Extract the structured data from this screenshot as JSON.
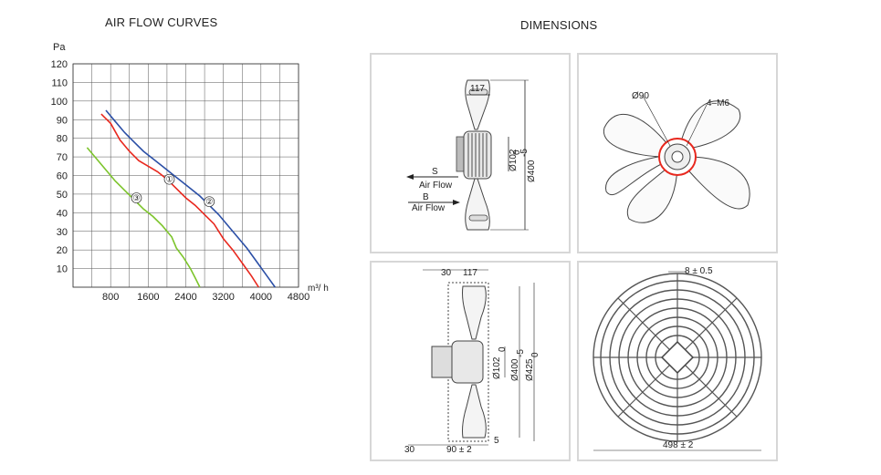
{
  "left_title": "AIR FLOW CURVES",
  "right_title": "DIMENSIONS",
  "chart_data": {
    "type": "line",
    "ylabel": "Pa",
    "xlabel": "m³/ h",
    "xlim": [
      0,
      4800
    ],
    "ylim": [
      0,
      120
    ],
    "x_ticks": [
      800,
      1600,
      2400,
      3200,
      4000,
      4800
    ],
    "y_ticks": [
      10,
      20,
      30,
      40,
      50,
      60,
      70,
      80,
      90,
      100,
      110,
      120
    ],
    "grid": true,
    "series": [
      {
        "name": "①",
        "color": "#e8281e",
        "points": [
          [
            600,
            93
          ],
          [
            800,
            88
          ],
          [
            1000,
            79
          ],
          [
            1200,
            73
          ],
          [
            1400,
            68
          ],
          [
            1600,
            65
          ],
          [
            1800,
            62
          ],
          [
            2000,
            58
          ],
          [
            2200,
            53
          ],
          [
            2400,
            48
          ],
          [
            2600,
            44
          ],
          [
            2800,
            39
          ],
          [
            3000,
            34
          ],
          [
            3200,
            26
          ],
          [
            3400,
            20
          ],
          [
            3600,
            13
          ],
          [
            3800,
            6
          ],
          [
            3950,
            0
          ]
        ]
      },
      {
        "name": "②",
        "color": "#2b4fa6",
        "points": [
          [
            700,
            95
          ],
          [
            900,
            89
          ],
          [
            1100,
            83
          ],
          [
            1300,
            78
          ],
          [
            1500,
            73
          ],
          [
            1700,
            69
          ],
          [
            1900,
            65
          ],
          [
            2100,
            61
          ],
          [
            2300,
            57
          ],
          [
            2500,
            53
          ],
          [
            2700,
            49
          ],
          [
            2900,
            44
          ],
          [
            3100,
            39
          ],
          [
            3300,
            33
          ],
          [
            3500,
            27
          ],
          [
            3700,
            21
          ],
          [
            3900,
            14
          ],
          [
            4100,
            7
          ],
          [
            4300,
            0
          ]
        ]
      },
      {
        "name": "③",
        "color": "#7cc42b",
        "points": [
          [
            300,
            75
          ],
          [
            500,
            69
          ],
          [
            700,
            63
          ],
          [
            900,
            57
          ],
          [
            1100,
            52
          ],
          [
            1300,
            47
          ],
          [
            1500,
            42
          ],
          [
            1700,
            38
          ],
          [
            1900,
            33
          ],
          [
            2100,
            27
          ],
          [
            2200,
            21
          ],
          [
            2350,
            16
          ],
          [
            2500,
            10
          ],
          [
            2600,
            5
          ],
          [
            2700,
            0
          ]
        ]
      }
    ],
    "labels": [
      {
        "text": "①",
        "x": 2050,
        "y": 56
      },
      {
        "text": "②",
        "x": 2900,
        "y": 44
      },
      {
        "text": "③",
        "x": 1350,
        "y": 46
      }
    ]
  },
  "dimensions": {
    "side_view": {
      "d117": "117",
      "d102": "Ø102",
      "d400": "Ø400",
      "tol": "0",
      "tol2": "-5",
      "s_label": "S",
      "s_flow": "Air Flow",
      "b_label": "B",
      "b_flow": "Air Flow"
    },
    "front_view": {
      "d90": "Ø90",
      "m6": "4–M6"
    },
    "guard_side": {
      "d30": "30",
      "d117": "117",
      "d102": "Ø102",
      "d400": "Ø400",
      "d425": "Ø425",
      "tol": "0",
      "tol2": "-5",
      "b30": "30",
      "b90": "90 ± 2",
      "b5": "5"
    },
    "guard_front": {
      "top": "8 ± 0.5",
      "bottom": "498 ± 2"
    }
  }
}
